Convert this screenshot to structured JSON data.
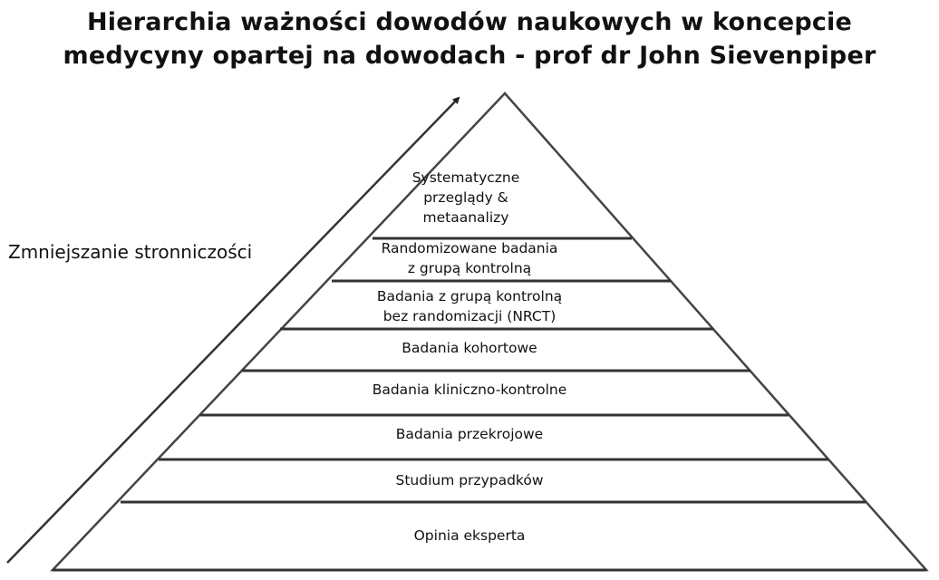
{
  "title": {
    "line1": "Hierarchia ważności dowodów naukowych w koncepcie",
    "line2": "medycyny opartej na dowodach - prof dr John Sievenpiper"
  },
  "arrow_label": "Zmniejszanie stronniczości",
  "pyramid": {
    "levels_top_to_bottom": [
      {
        "lines": [
          "Systematyczne",
          "przeglądy &",
          "metaanalizy"
        ]
      },
      {
        "lines": [
          "Randomizowane badania",
          "z grupą kontrolną"
        ]
      },
      {
        "lines": [
          "Badania z grupą kontrolną",
          "bez randomizacji (NRCT)"
        ]
      },
      {
        "lines": [
          "Badania kohortowe"
        ]
      },
      {
        "lines": [
          "Badania kliniczno-kontrolne"
        ]
      },
      {
        "lines": [
          "Badania przekrojowe"
        ]
      },
      {
        "lines": [
          "Studium przypadków"
        ]
      },
      {
        "lines": [
          "Opinia eksperta"
        ]
      }
    ]
  },
  "colors": {
    "line": "#333333",
    "text": "#111111",
    "background": "#ffffff"
  }
}
